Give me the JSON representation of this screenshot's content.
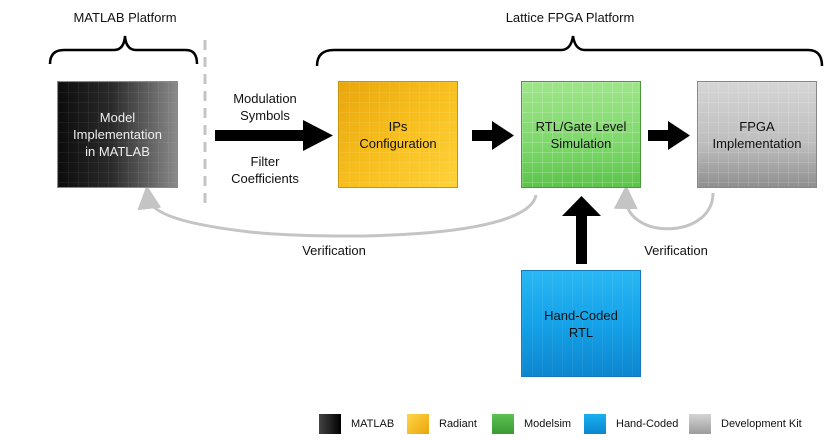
{
  "platforms": {
    "matlab": "MATLAB Platform",
    "lattice": "Lattice FPGA Platform"
  },
  "boxes": {
    "matlab": [
      "Model",
      "Implementation",
      "in MATLAB"
    ],
    "ips": [
      "IPs",
      "Configuration"
    ],
    "rtl_sim": [
      "RTL/Gate Level",
      "Simulation"
    ],
    "fpga": [
      "FPGA",
      "Implementation"
    ],
    "hand_coded": [
      "Hand-Coded",
      "RTL"
    ]
  },
  "inputs": {
    "top": [
      "Modulation",
      "Symbols"
    ],
    "bottom": [
      "Filter",
      "Coefficients"
    ]
  },
  "verification": {
    "left": "Verification",
    "right": "Verification"
  },
  "legend": [
    {
      "label": "MATLAB",
      "color": "#1a1a1a"
    },
    {
      "label": "Radiant",
      "color": "#f5b70f"
    },
    {
      "label": "Modelsim",
      "color": "#4fb246"
    },
    {
      "label": "Hand-Coded",
      "color": "#13a4ea"
    },
    {
      "label": "Development Kit",
      "color": "#b5b5b5"
    }
  ]
}
